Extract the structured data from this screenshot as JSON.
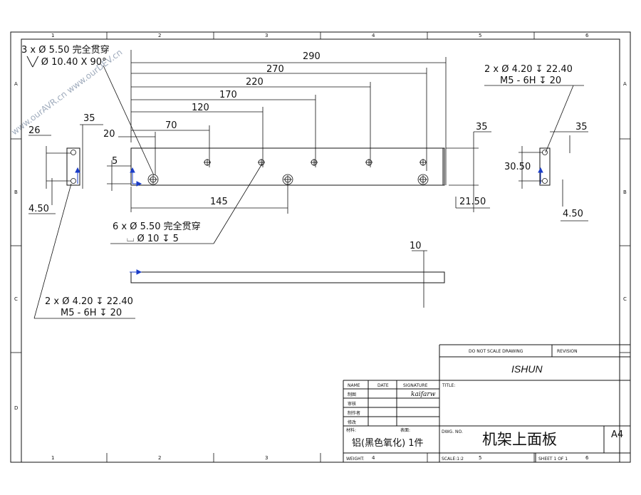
{
  "watermark": "www.ourAVR.cn    www.ourDEV.cn",
  "zones": {
    "columns": [
      "1",
      "2",
      "3",
      "4",
      "5",
      "6"
    ],
    "rows": [
      "A",
      "B",
      "C",
      "D"
    ]
  },
  "front_view": {
    "spacing_dims": [
      "290",
      "270",
      "220",
      "170",
      "120",
      "70",
      "20"
    ],
    "dim_5": "5",
    "dim_145": "145",
    "dim_35": "35",
    "dim_21_50": "21.50",
    "countersink_callout": [
      "3 x Ø 5.50 完全贯穿",
      "╲╱ Ø 10.40 X 90°"
    ],
    "counterbore_callout": [
      "6 x Ø 5.50 完全贯穿",
      "⌴ Ø 10 ↧ 5"
    ]
  },
  "left_view": {
    "dim_26": "26",
    "dim_35": "35",
    "dim_4_50": "4.50",
    "tapped_callout": [
      "2 x Ø 4.20 ↧ 22.40",
      "M5 - 6H ↧ 20"
    ]
  },
  "right_view": {
    "dim_35": "35",
    "dim_30_50": "30.50",
    "dim_4_50": "4.50",
    "tapped_callout": [
      "2 x Ø 4.20 ↧ 22.40",
      "M5 - 6H ↧ 20"
    ]
  },
  "top_view": {
    "dim_10": "10"
  },
  "title_block": {
    "do_not_scale": "DO NOT SCALE DRAWING",
    "revision": "REVISION",
    "company": "ISHUN",
    "title_label": "TITLE:",
    "dwg_no_label": "DWG. NO.",
    "drawing_title": "机架上面板",
    "size": "A4",
    "scale": "SCALE:1:2",
    "sheet": "SHEET 1 OF 1",
    "weight": "WEIGHT:",
    "material_label": "材料:",
    "finish_label": "表面:",
    "material_value": "铝(黑色氧化)  1件",
    "headers": [
      "NAME",
      "DATE",
      "SIGNATURE"
    ],
    "role_rows": [
      "制图",
      "审核",
      "制作者",
      "修改"
    ],
    "signature": "kaifarw"
  }
}
